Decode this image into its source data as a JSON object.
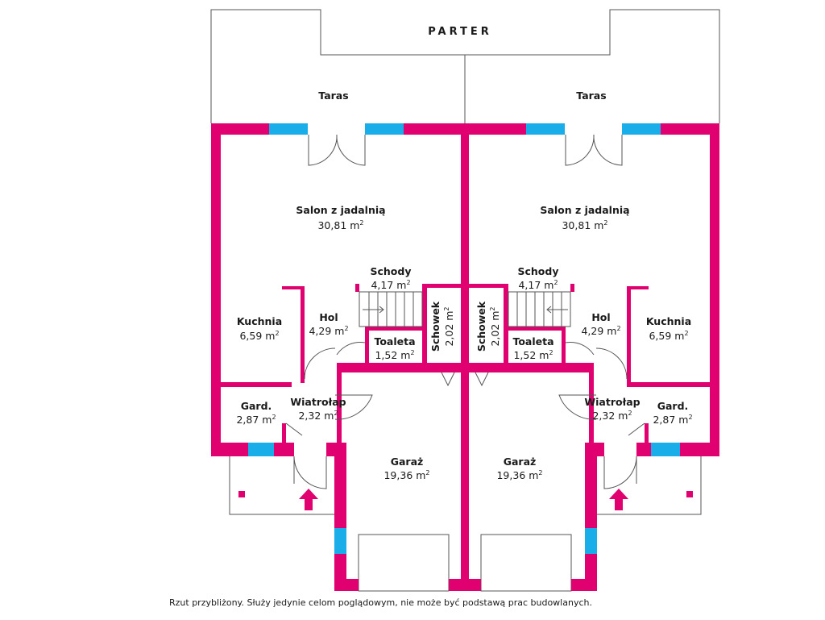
{
  "plan": {
    "title": "PARTER",
    "footnote": "Rzut przybliżony. Służy jedynie celom poglądowym, nie może być podstawą prac budowlanych.",
    "colors": {
      "wall": "#e0006f",
      "window": "#19aeea",
      "line": "#555555"
    },
    "icons": [
      "entrance-arrow-icon",
      "door-swing-icon",
      "stairs-icon"
    ],
    "units": {
      "left": {
        "terrace": "Taras",
        "living": {
          "name": "Salon z jadalnią",
          "area": "30,81 m",
          "sup": "2"
        },
        "stairs": {
          "name": "Schody",
          "area": "4,17 m",
          "sup": "2"
        },
        "kitchen": {
          "name": "Kuchnia",
          "area": "6,59 m",
          "sup": "2"
        },
        "hall": {
          "name": "Hol",
          "area": "4,29 m",
          "sup": "2"
        },
        "toilet": {
          "name": "Toaleta",
          "area": "1,52 m",
          "sup": "2"
        },
        "closet": {
          "name": "Schowek",
          "area": "2,02 m",
          "sup": "2"
        },
        "wardrobe": {
          "name": "Gard.",
          "area": "2,87 m",
          "sup": "2"
        },
        "vestibule": {
          "name": "Wiatrołap",
          "area": "2,32 m",
          "sup": "2"
        },
        "garage": {
          "name": "Garaż",
          "area": "19,36 m",
          "sup": "2"
        }
      },
      "right": {
        "terrace": "Taras",
        "living": {
          "name": "Salon z jadalnią",
          "area": "30,81 m",
          "sup": "2"
        },
        "stairs": {
          "name": "Schody",
          "area": "4,17 m",
          "sup": "2"
        },
        "kitchen": {
          "name": "Kuchnia",
          "area": "6,59 m",
          "sup": "2"
        },
        "hall": {
          "name": "Hol",
          "area": "4,29 m",
          "sup": "2"
        },
        "toilet": {
          "name": "Toaleta",
          "area": "1,52 m",
          "sup": "2"
        },
        "closet": {
          "name": "Schowek",
          "area": "2,02 m",
          "sup": "2"
        },
        "wardrobe": {
          "name": "Gard.",
          "area": "2,87 m",
          "sup": "2"
        },
        "vestibule": {
          "name": "Wiatrołap",
          "area": "2,32 m",
          "sup": "2"
        },
        "garage": {
          "name": "Garaż",
          "area": "19,36 m",
          "sup": "2"
        }
      }
    }
  }
}
